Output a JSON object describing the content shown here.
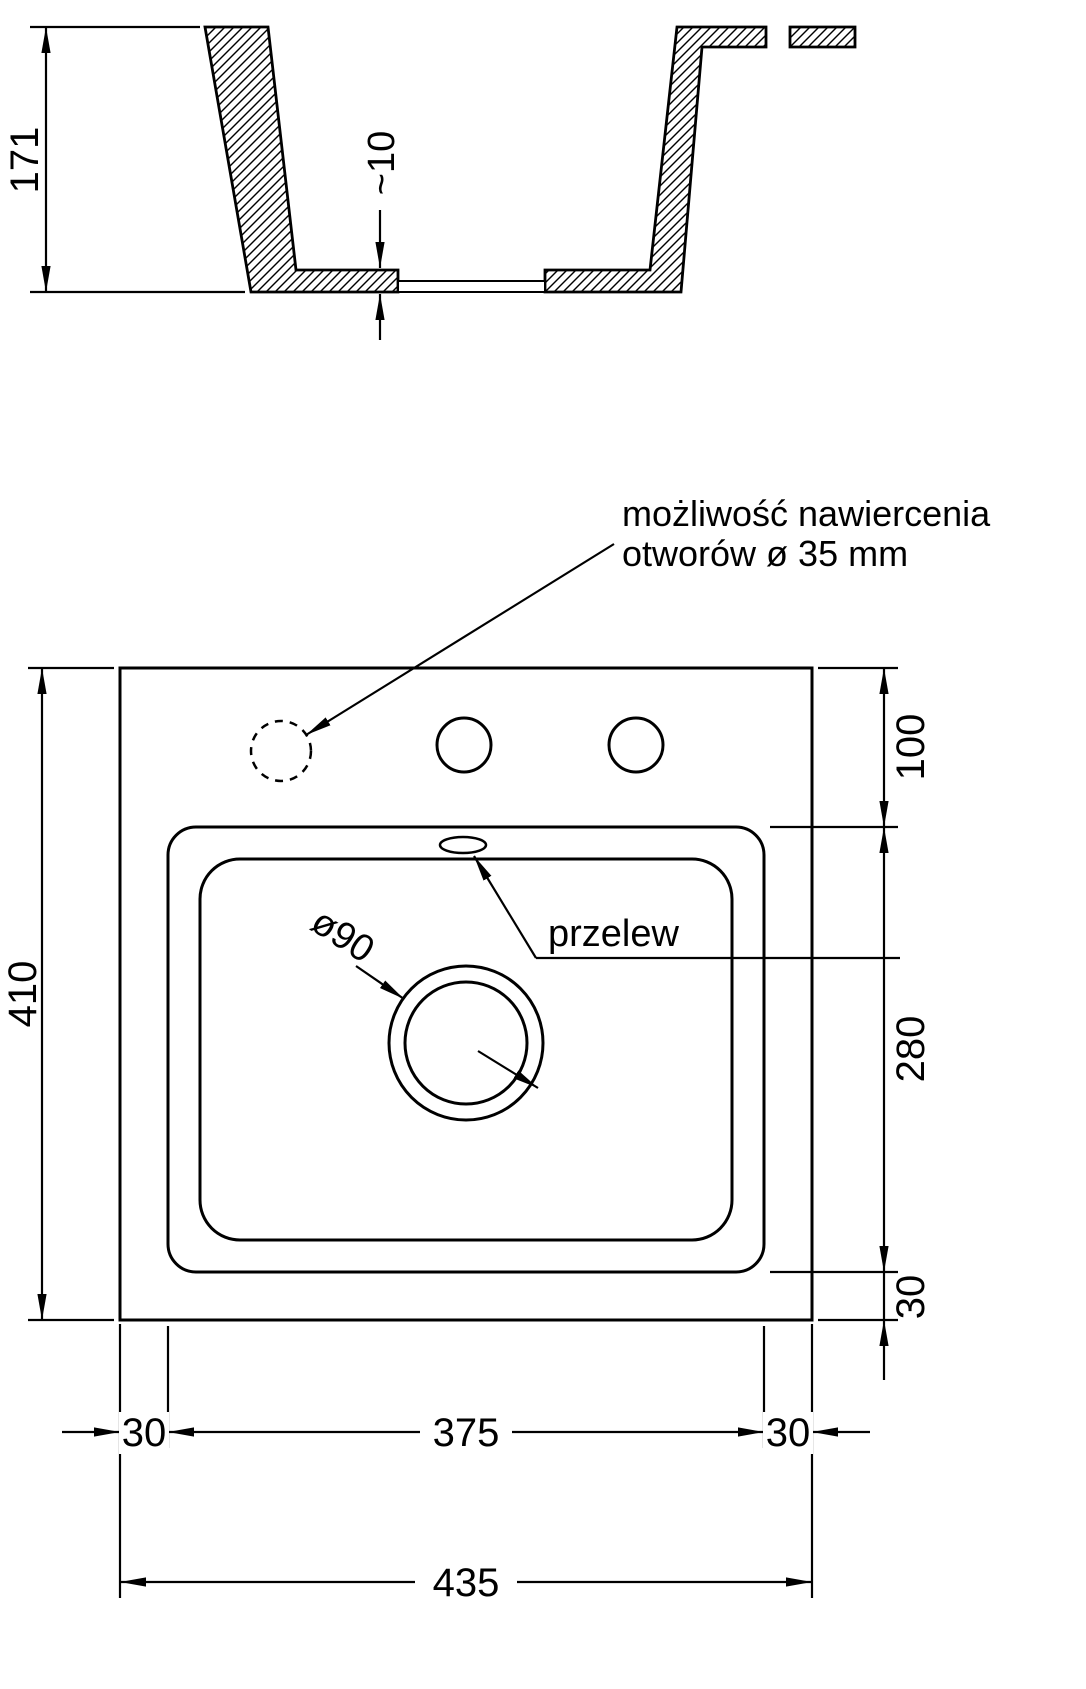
{
  "colors": {
    "ink": "#000000",
    "paper": "#ffffff"
  },
  "cross_section": {
    "height_dim": "171",
    "bottom_thickness_dim": "~10"
  },
  "plan_view": {
    "drill_note_line1": "możliwość nawiercenia",
    "drill_note_line2": "otworów ø 35 mm",
    "overflow_label": "przelew",
    "drain_diameter_label": "ø90",
    "height_total_dim": "410",
    "top_offset_dim": "100",
    "basin_length_dim": "280",
    "bottom_offset_dim": "30",
    "left_margin_dim": "30",
    "basin_width_dim": "375",
    "right_margin_dim": "30",
    "width_total_dim": "435"
  }
}
